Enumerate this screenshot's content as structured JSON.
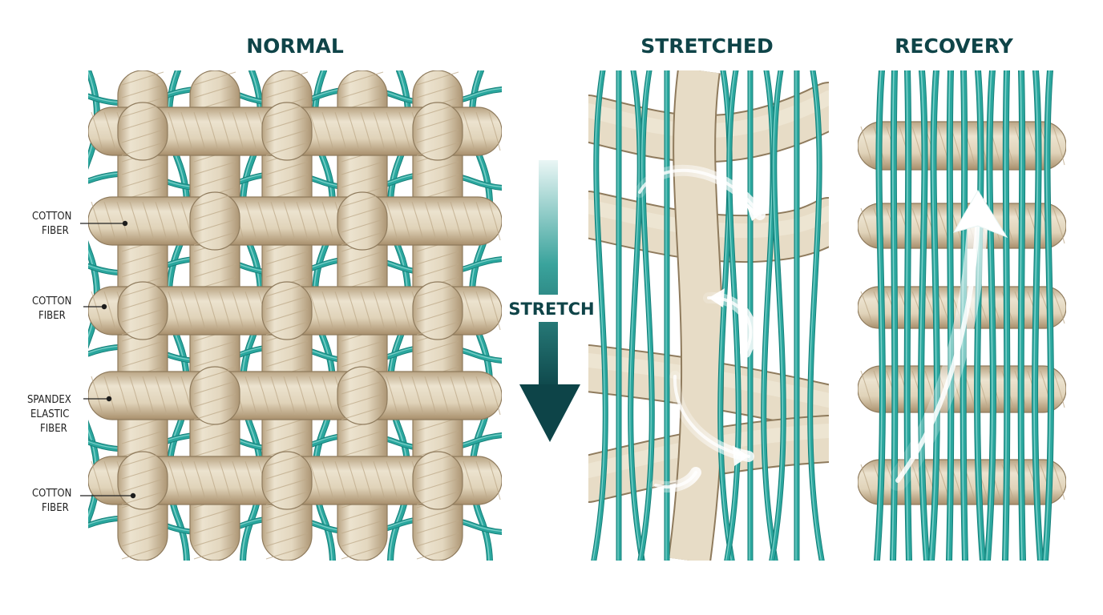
{
  "titles": {
    "normal": "NORMAL",
    "stretched": "STRETCHED",
    "recovery": "RECOVERY"
  },
  "stretch_label": "STRETCH",
  "labels": [
    {
      "line1": "COTTON",
      "line2": "FIBER"
    },
    {
      "line1": "COTTON",
      "line2": "FIBER"
    },
    {
      "line1": "SPANDEX",
      "line2": "ELASTIC",
      "line3": "FIBER"
    },
    {
      "line1": "COTTON",
      "line2": "FIBER"
    }
  ],
  "colors": {
    "title": "#0f4448",
    "label": "#222222",
    "cotton_fill": "#e7dcc6",
    "cotton_shadow": "#bda98a",
    "cotton_outline": "#8f7b5d",
    "spandex": "#2aa79e",
    "spandex_dark": "#17807a",
    "arrow_top": "#e4f3f2",
    "arrow_bottom": "#0f4a4e"
  }
}
